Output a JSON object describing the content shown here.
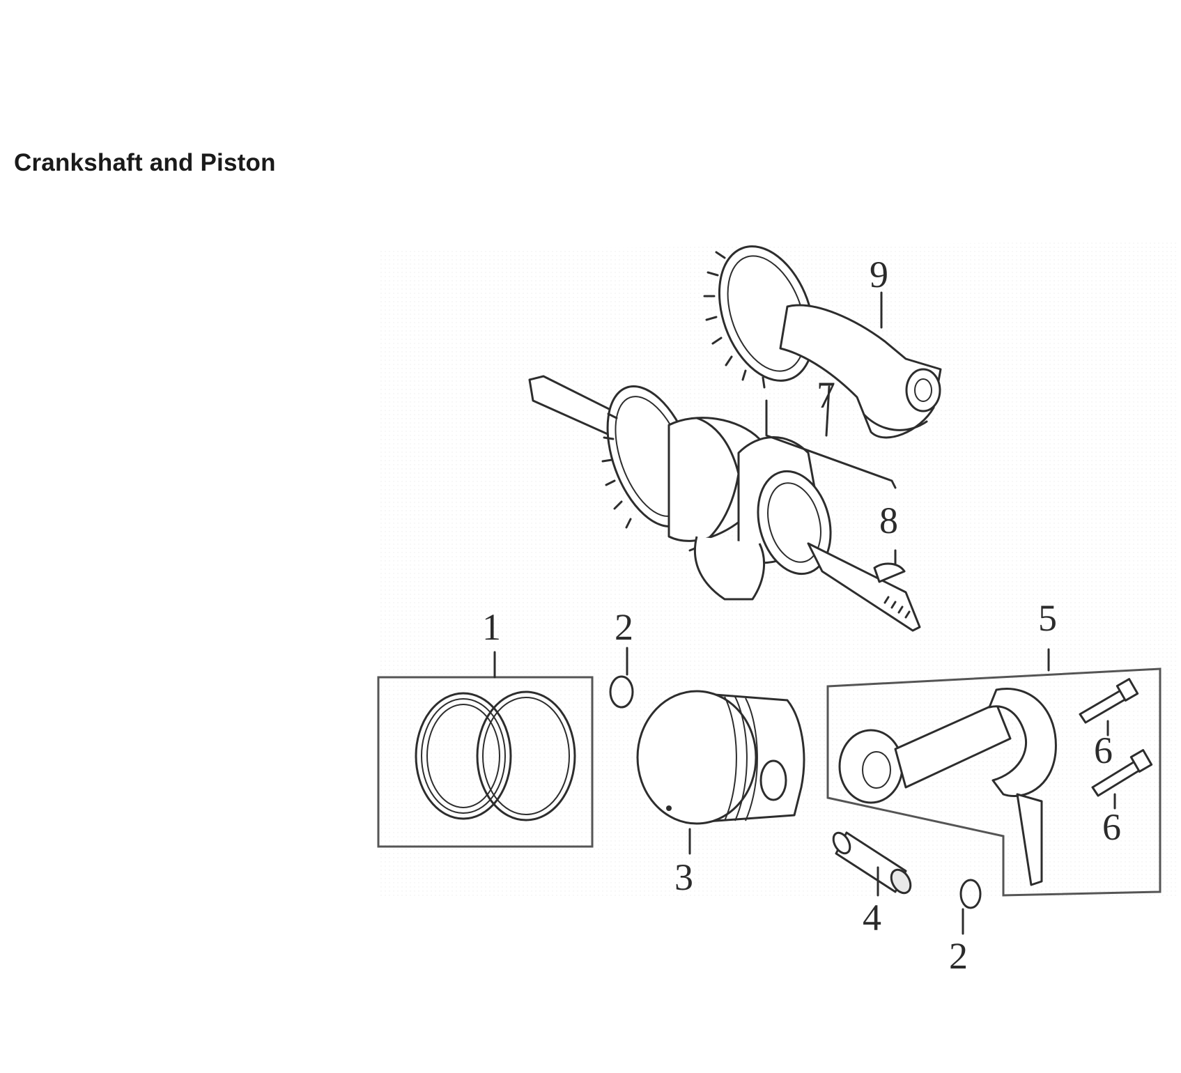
{
  "title": "Crankshaft and Piston",
  "callouts": {
    "c1": "1",
    "c2a": "2",
    "c2b": "2",
    "c3": "3",
    "c4": "4",
    "c5": "5",
    "c6a": "6",
    "c6b": "6",
    "c7": "7",
    "c8": "8",
    "c9": "9"
  }
}
